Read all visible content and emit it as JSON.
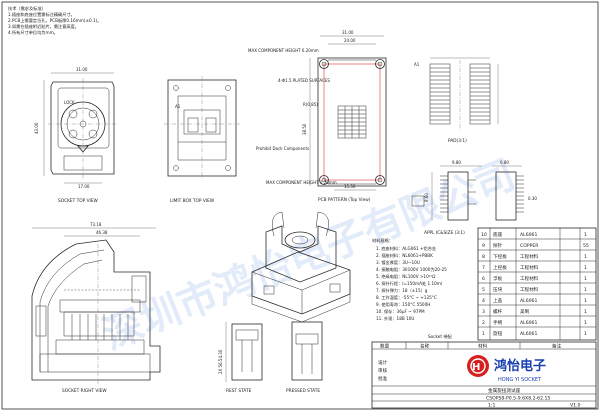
{
  "notes": {
    "lines": [
      "技术（需求及标准）",
      "1.插座和底座位置需标注精确尺寸。",
      "2.PCB上需要定位孔，PCB板厚0.16mm(±0.1)。",
      "3.如需在插座附近贴片，需注意高度。",
      "4.所有尺寸单位均为mm。"
    ]
  },
  "views": {
    "socket_top": "SOCKET TOP VIEW",
    "limit_box_top": "LIMIT BOX TOP VIEW",
    "pcb_pattern": "PCB PATTERN (Top View)",
    "pad": "PAD(3:1)",
    "appl_ic": "APPL IC&SIZE (3:1)",
    "socket_right": "SOCKET RIGHT VIEW",
    "rest_state": "REST STATE",
    "pressed_state": "PRESSED STATE"
  },
  "labels": {
    "a1": "A1",
    "max_height_top": "MAX COMPONENT HEIGHT 6.20mm",
    "max_height_bottom": "MAX COMPONENT HEIGHT 1.20mm",
    "plated_holes": "4-Φ1.5 PLATED SURFACES",
    "prohibit": "Prohibit Dock Components",
    "r_top": "R(0.85)",
    "r_bottom": "R(0.85)",
    "rest_height": "2X 56.54.30"
  },
  "dims": {
    "top_width": "31.00",
    "top_height": "43.00",
    "top_bottom": "17.00",
    "pcb_w1": "31.00",
    "pcb_w2": "24.00",
    "pcb_bottom": "15.50",
    "pcb_side": "38.50",
    "ic_w": "9.80",
    "ic_pitch": "0.80",
    "ic_h": "8.60",
    "ic_right": "0.30",
    "right_w1": "73.18",
    "right_w2": "46.38"
  },
  "specs": {
    "title": "材料规格：",
    "lines": [
      "1. 底座材料：ALG061 +铝合金",
      "2. 插座材料：NL6061+PBBK",
      "3. 镀金厚度：3U~10U",
      "4. 接触电阻：30100V 1000为20-25",
      "5. 绝缘电阻：NL100V >10¹²Ω",
      "6. 探针行程：Ⅰ=150mA处 1.10ml",
      "7. 探针弹力：18（±15）g",
      "8. 工作温度：-55°C ~ +125°C",
      "9. 使用寿命：150°C 5500H",
      "10. 保存：36μF ~ 97PM",
      "11. 外观：18B 10U"
    ]
  },
  "socket_label": "Socket 带配",
  "title_block": {
    "header": [
      "数量",
      "名称",
      "材料",
      "备注"
    ],
    "rows": [
      {
        "no": "10",
        "name": "底座",
        "material": "AL6061",
        "qty": "1"
      },
      {
        "no": "9",
        "name": "探针",
        "material": "COPPER",
        "qty": "55"
      },
      {
        "no": "8",
        "name": "下控板",
        "material": "工程材料",
        "qty": "1"
      },
      {
        "no": "7",
        "name": "上控板",
        "material": "工程材料",
        "qty": "1"
      },
      {
        "no": "6",
        "name": "浮板",
        "material": "工程材料",
        "qty": "1"
      },
      {
        "no": "5",
        "name": "压块",
        "material": "工程材料",
        "qty": "1"
      },
      {
        "no": "4",
        "name": "上盖",
        "material": "AL6061",
        "qty": "1"
      },
      {
        "no": "3",
        "name": "螺杆",
        "material": "美制",
        "qty": "1"
      },
      {
        "no": "2",
        "name": "手柄",
        "material": "AL6061",
        "qty": "1"
      },
      {
        "no": "1",
        "name": "旋钮",
        "material": "AL6061",
        "qty": "1"
      }
    ],
    "company_cn": "鸿怡电子",
    "company_en": "HONG YI SOCKET",
    "part_desc": "金属旋扭测试座",
    "part_no": "CSOP58-P0.5-9.6X8.2-62.15",
    "scale": "1:1",
    "version": "V1.0",
    "row_labels": [
      "设计",
      "审核",
      "批准"
    ]
  },
  "watermark": "深圳市鸿怡电子有限公司"
}
